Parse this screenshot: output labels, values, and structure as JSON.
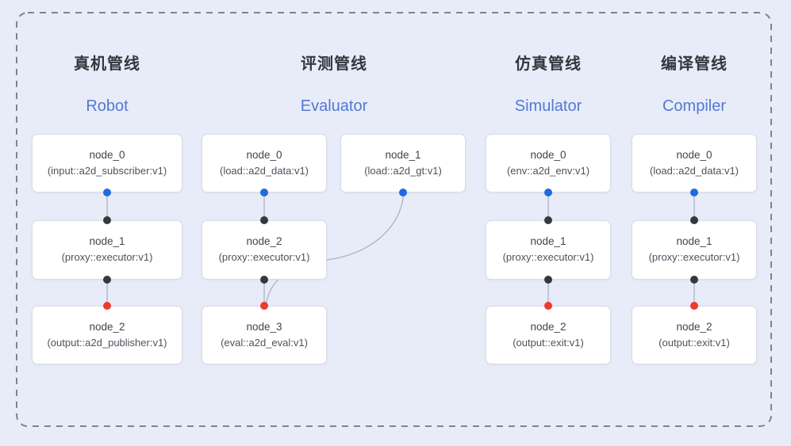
{
  "colors": {
    "bg": "#e8ecf8",
    "box-bg": "#ffffff",
    "box-border": "#d8dce5",
    "dash": "#7e838c",
    "line": "#a9b2c2",
    "dot-blue": "#1e6ae0",
    "dot-red": "#ee3b2c",
    "dot-black": "#35383c",
    "cn": "#33373d",
    "en": "#5379d2",
    "node-name": "#3f444b",
    "node-type": "#4d525a"
  },
  "pipelines": [
    {
      "title_cn": "真机管线",
      "title_en": "Robot",
      "nodes": [
        {
          "name": "node_0",
          "type": "(input::a2d_subscriber:v1)"
        },
        {
          "name": "node_1",
          "type": "(proxy::executor:v1)"
        },
        {
          "name": "node_2",
          "type": "(output::a2d_publisher:v1)"
        }
      ]
    },
    {
      "title_cn": "评测管线",
      "title_en": "Evaluator",
      "nodes": [
        {
          "name": "node_0",
          "type": "(load::a2d_data:v1)"
        },
        {
          "name": "node_1",
          "type": "(load::a2d_gt:v1)"
        },
        {
          "name": "node_2",
          "type": "(proxy::executor:v1)"
        },
        {
          "name": "node_3",
          "type": "(eval::a2d_eval:v1)"
        }
      ]
    },
    {
      "title_cn": "仿真管线",
      "title_en": "Simulator",
      "nodes": [
        {
          "name": "node_0",
          "type": "(env::a2d_env:v1)"
        },
        {
          "name": "node_1",
          "type": "(proxy::executor:v1)"
        },
        {
          "name": "node_2",
          "type": "(output::exit:v1)"
        }
      ]
    },
    {
      "title_cn": "编译管线",
      "title_en": "Compiler",
      "nodes": [
        {
          "name": "node_0",
          "type": "(load::a2d_data:v1)"
        },
        {
          "name": "node_1",
          "type": "(proxy::executor:v1)"
        },
        {
          "name": "node_2",
          "type": "(output::exit:v1)"
        }
      ]
    }
  ]
}
